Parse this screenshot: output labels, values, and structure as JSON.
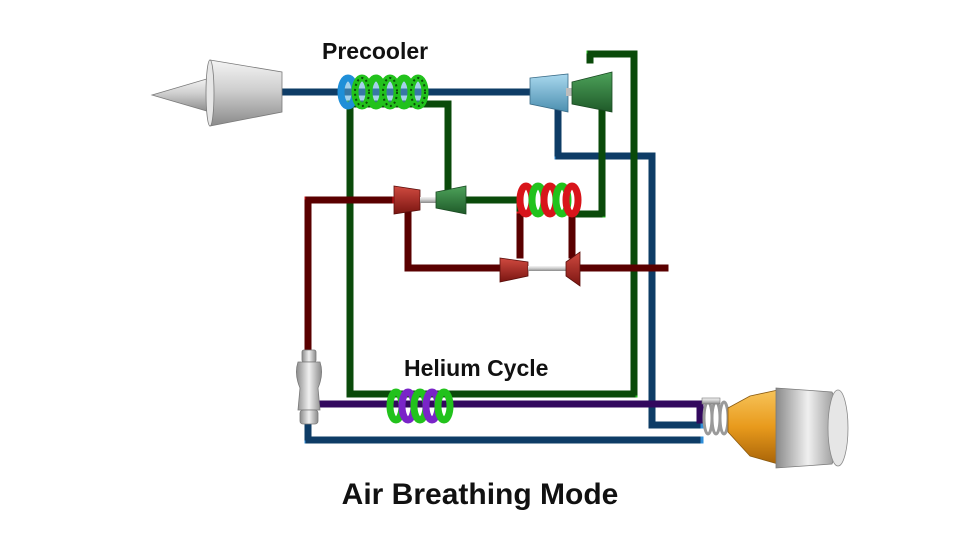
{
  "labels": {
    "precooler": "Precooler",
    "helium_cycle": "Helium Cycle",
    "mode_title": "Air Breathing Mode"
  },
  "colors": {
    "helium_red": "#d8141a",
    "helium_green": "#22c21c",
    "air_blue": "#2f8ed8",
    "hydrogen_purple": "#7a24c8",
    "compressor_light_blue": "#6fb4d3",
    "turbine_red": "#a8241f",
    "compressor_green": "#2f7a3a",
    "nozzle_orange": "#e89a1c",
    "metal_gray": "#c8c8c8",
    "background": "#ffffff"
  }
}
